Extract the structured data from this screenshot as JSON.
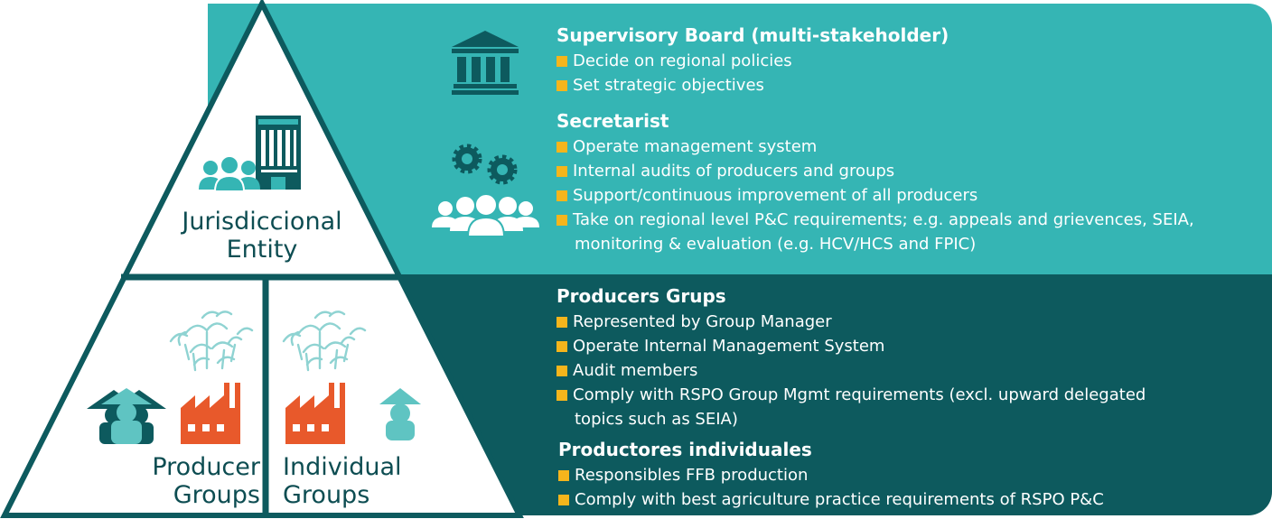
{
  "pyramid": {
    "top_label": [
      "Jurisdiccional",
      "Entity"
    ],
    "left_label": [
      "Producer",
      "Groups"
    ],
    "right_label": [
      "Individual",
      "Groups"
    ]
  },
  "sections": [
    {
      "title": "Supervisory Board (multi-stakeholder)",
      "icon": "building-columns-icon",
      "items": [
        "Decide on regional policies",
        "Set strategic objectives"
      ]
    },
    {
      "title": "Secretarist",
      "icon": "gears-people-icon",
      "items": [
        "Operate management system",
        "Internal audits of producers and groups",
        "Support/continuous improvement of all producers",
        "Take on regional level P&C requirements; e.g. appeals and grievences, SEIA,",
        "monitoring & evaluation (e.g. HCV/HCS and FPIC)"
      ]
    },
    {
      "title": "Producers Grups",
      "items": [
        "Represented by Group Manager",
        "Operate Internal  Management System",
        "Audit members",
        "Comply with RSPO Group Mgmt requirements (excl. upward delegated",
        "topics such as SEIA)"
      ]
    },
    {
      "title": "Productores individuales",
      "items": [
        "Responsibles FFB production",
        "Comply with best agriculture practice requirements of RSPO P&C"
      ]
    }
  ],
  "colors": {
    "teal_light": "#35b5b4",
    "teal_dark": "#0d5a5e",
    "bullet_yellow": "#f5b51c",
    "factory_orange": "#e8592b",
    "text_dark": "#0d4d52"
  }
}
